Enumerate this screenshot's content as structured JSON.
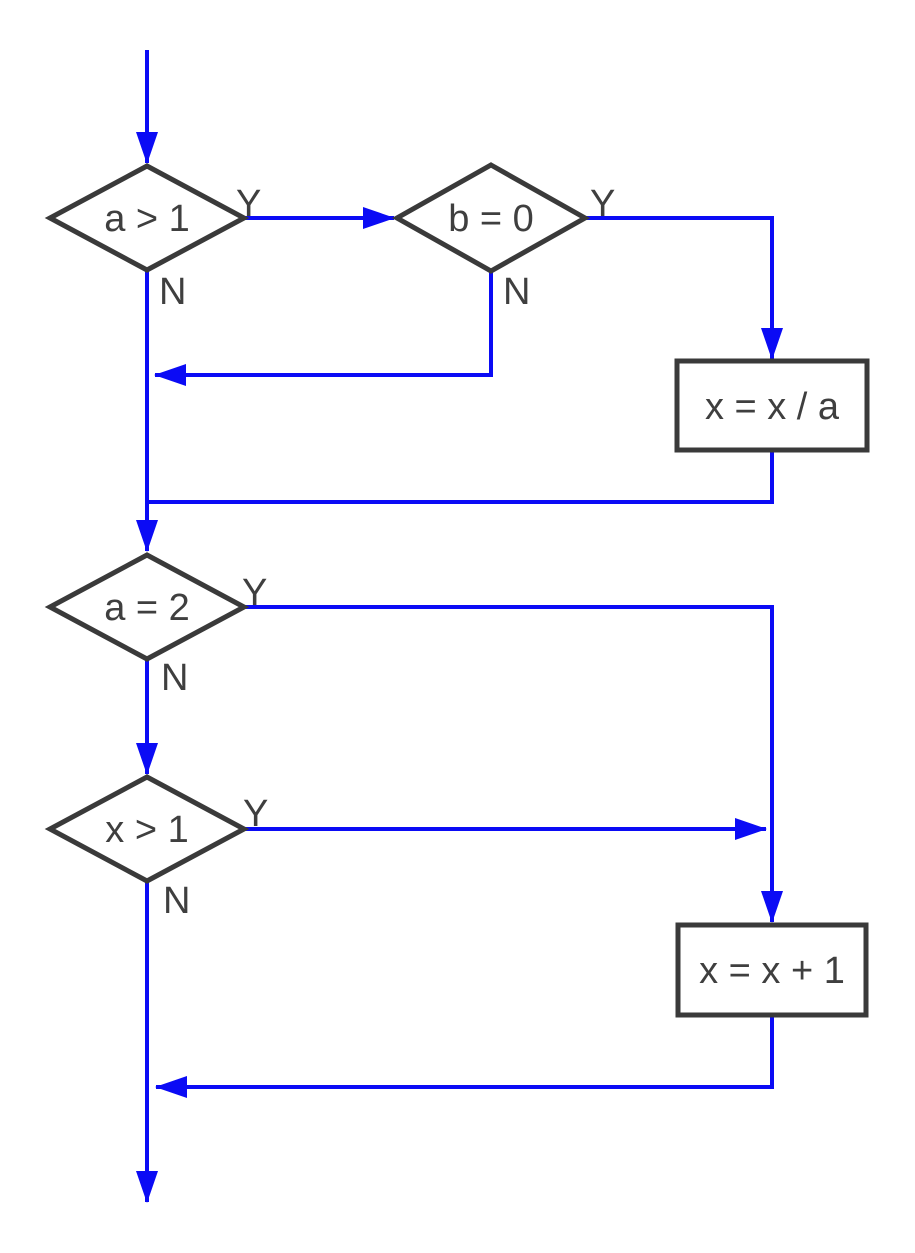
{
  "diagram": {
    "type": "flowchart",
    "background": "#FFFFFF",
    "colors": {
      "connector": "#0B0BF5",
      "node_border": "#3A3A3A",
      "node_fill": "#FFFFFF",
      "label_text": "#3F3F3F"
    },
    "nodes": {
      "d1": {
        "shape": "decision",
        "label": "a > 1"
      },
      "d2": {
        "shape": "decision",
        "label": "b = 0"
      },
      "p1": {
        "shape": "process",
        "label": "x = x / a"
      },
      "d3": {
        "shape": "decision",
        "label": "a = 2"
      },
      "d4": {
        "shape": "decision",
        "label": "x > 1"
      },
      "p2": {
        "shape": "process",
        "label": "x = x + 1"
      }
    },
    "edges": [
      {
        "from": "start",
        "to": "d1",
        "label": ""
      },
      {
        "from": "d1",
        "to": "d2",
        "label": "Y"
      },
      {
        "from": "d1",
        "to": "d3",
        "label": "N"
      },
      {
        "from": "d2",
        "to": "p1",
        "label": "Y"
      },
      {
        "from": "d2",
        "to": "d3",
        "label": "N"
      },
      {
        "from": "p1",
        "to": "d3",
        "label": ""
      },
      {
        "from": "d3",
        "to": "p2",
        "label": "Y"
      },
      {
        "from": "d3",
        "to": "d4",
        "label": "N"
      },
      {
        "from": "d4",
        "to": "p2",
        "label": "Y"
      },
      {
        "from": "d4",
        "to": "end",
        "label": "N"
      },
      {
        "from": "p2",
        "to": "end",
        "label": ""
      }
    ]
  }
}
